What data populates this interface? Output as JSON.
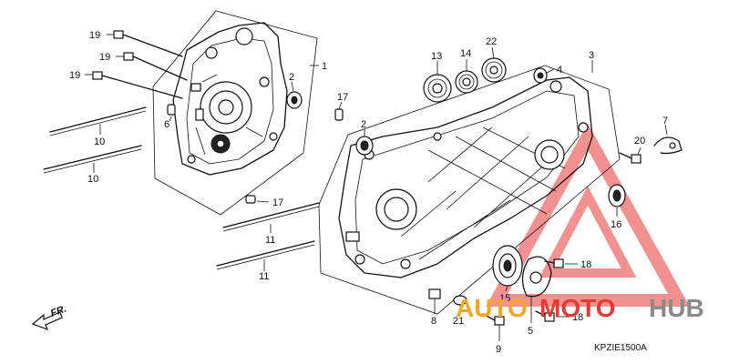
{
  "diagram_code": "KPZIE1500A",
  "front_marker": {
    "label": "FR."
  },
  "watermark": {
    "word1": "AUTO",
    "word2": "MOTO",
    "word3": "HUB",
    "color_orange": "#f5a623",
    "color_red": "#e53935",
    "color_grey": "#8a8a8a"
  },
  "callouts": [
    {
      "id": "c19a",
      "text": "19"
    },
    {
      "id": "c19b",
      "text": "19"
    },
    {
      "id": "c19c",
      "text": "19"
    },
    {
      "id": "c1",
      "text": "1"
    },
    {
      "id": "c2a",
      "text": "2"
    },
    {
      "id": "c6",
      "text": "6"
    },
    {
      "id": "c10a",
      "text": "10"
    },
    {
      "id": "c10b",
      "text": "10"
    },
    {
      "id": "c17a",
      "text": "17"
    },
    {
      "id": "c17b",
      "text": "17"
    },
    {
      "id": "c11a",
      "text": "11"
    },
    {
      "id": "c11b",
      "text": "11"
    },
    {
      "id": "c2b",
      "text": "2"
    },
    {
      "id": "c13",
      "text": "13"
    },
    {
      "id": "c14",
      "text": "14"
    },
    {
      "id": "c22",
      "text": "22"
    },
    {
      "id": "c4",
      "text": "4"
    },
    {
      "id": "c3",
      "text": "3"
    },
    {
      "id": "c7",
      "text": "7"
    },
    {
      "id": "c20",
      "text": "20"
    },
    {
      "id": "c16",
      "text": "16"
    },
    {
      "id": "c18a",
      "text": "18"
    },
    {
      "id": "c15",
      "text": "15"
    },
    {
      "id": "c5",
      "text": "5"
    },
    {
      "id": "c18b",
      "text": "18"
    },
    {
      "id": "c8",
      "text": "8"
    },
    {
      "id": "c21",
      "text": "21"
    },
    {
      "id": "c9",
      "text": "9"
    }
  ]
}
